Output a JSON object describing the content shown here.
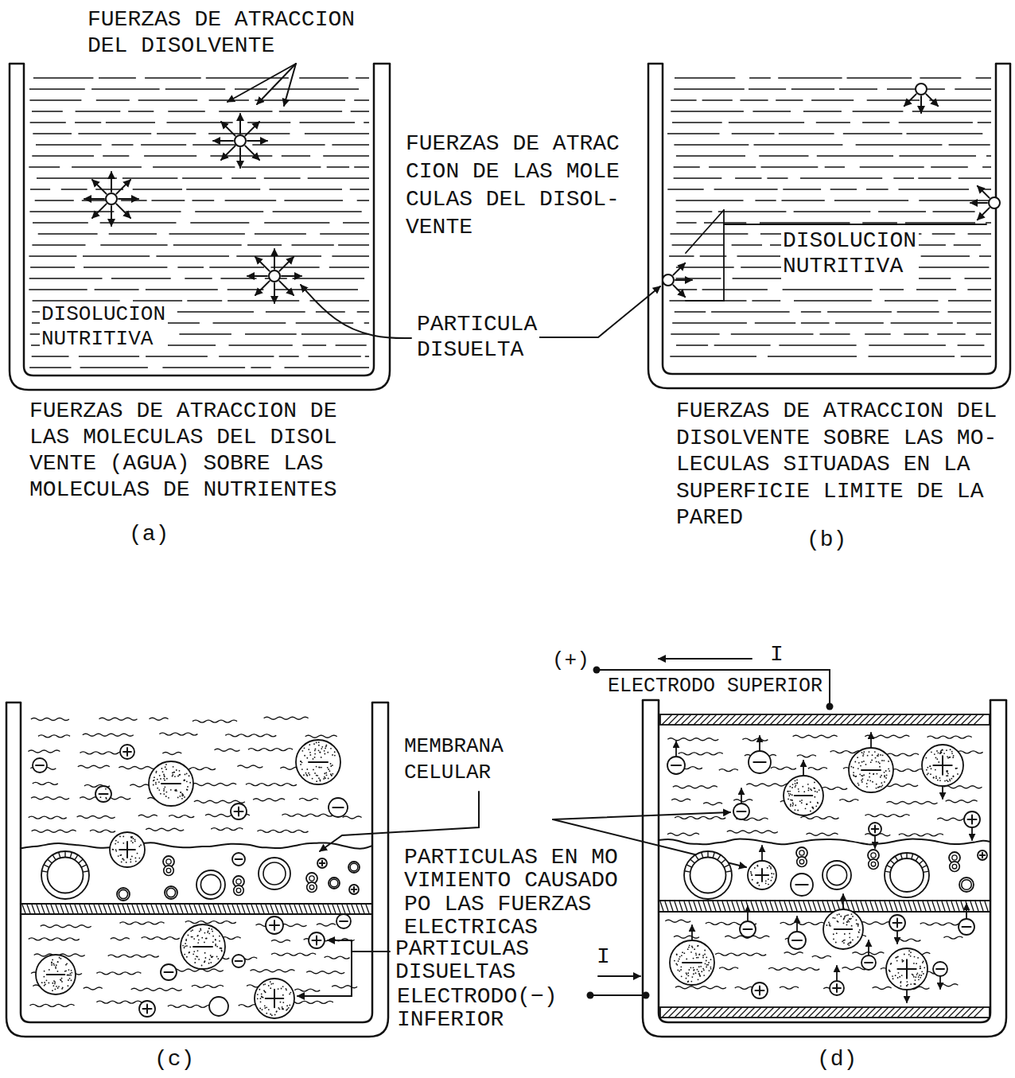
{
  "diagram": {
    "labels": [
      "FUERZAS DE ATRACCION DEL DISOLVENTE",
      "FUERZAS DE ATRAC CION DE LAS MOLE CULAS DEL DISOL- VENTE",
      "DISOLUCION NUTRITIVA",
      "PARTICULA DISUELTA",
      "DISOLUCION NUTRITIVA",
      "FUERZAS DE ATRACCION DE LAS MOLECULAS DEL DISOL VENTE (AGUA) SOBRE LAS MOLECULAS DE NUTRIENTES",
      "(a)",
      "FUERZAS DE ATRACCION DEL DISOLVENTE SOBRE LAS MO- LECULAS SITUADAS EN LA SUPERFICIE LIMITE DE LA PARED",
      "(b)",
      "MEMBRANA CELULAR",
      "(+)",
      "I",
      "ELECTRODO SUPERIOR",
      "PARTICULAS EN MO VIMIENTO CAUSADO PO LAS FUERZAS ELECTRICAS",
      "PARTICULAS DISUELTAS",
      "I",
      "ELECTRODO(−) INFERIOR",
      "(c)",
      "(d)"
    ]
  }
}
